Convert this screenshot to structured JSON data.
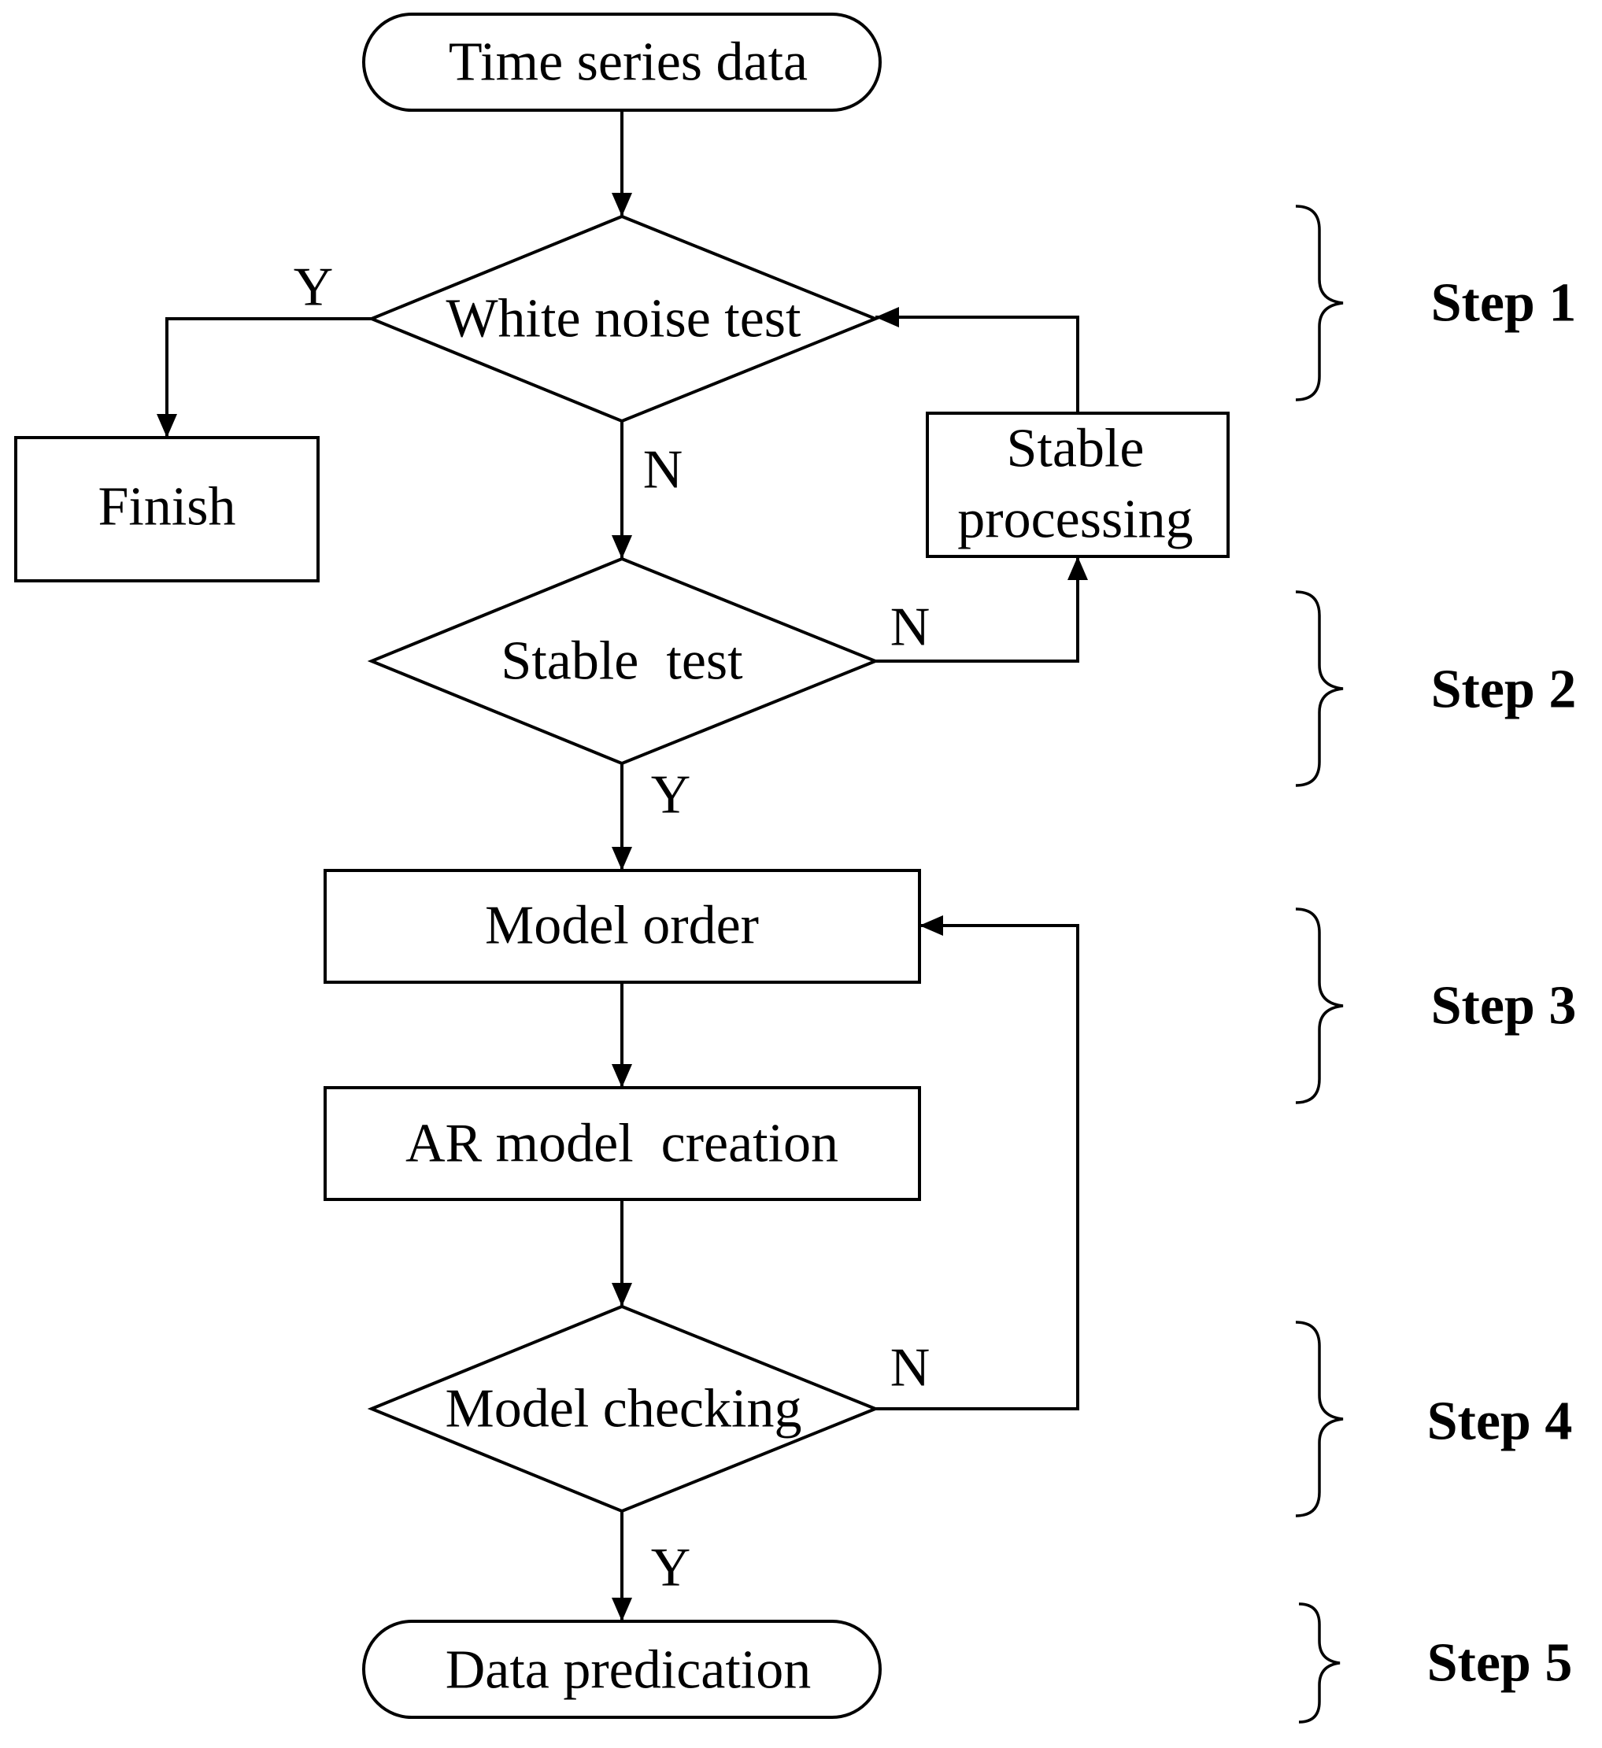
{
  "nodes": {
    "start": "Time series data",
    "white_noise": "White noise test",
    "finish": "Finish",
    "stable_processing_line1": "Stable",
    "stable_processing_line2": "processing",
    "stable_test": "Stable  test",
    "model_order": "Model order",
    "ar_model": "AR model  creation",
    "model_checking": "Model checking",
    "end": "Data predication"
  },
  "branches": {
    "white_noise_yes": "Y",
    "white_noise_no": "N",
    "stable_test_no": "N",
    "stable_test_yes": "Y",
    "model_checking_no": "N",
    "model_checking_yes": "Y"
  },
  "steps": [
    "Step 1",
    "Step 2",
    "Step 3",
    "Step 4",
    "Step 5"
  ]
}
